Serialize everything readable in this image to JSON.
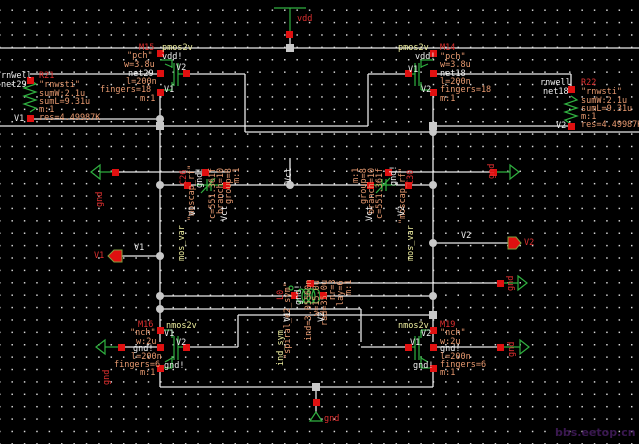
{
  "schematic": {
    "supply": {
      "vdd_label": "vdd",
      "gnd_label": "gnd"
    },
    "pmos_left": {
      "inst": "M15",
      "cell": "pmos2v",
      "model": "\"pch\"",
      "w": "w=3.8u",
      "l": "l=200n",
      "fingers": "fingers=18",
      "m": "m:1",
      "gate_net": "net29",
      "source_net": "vdd!",
      "drain_net": "V1",
      "bulk_net": "V2"
    },
    "pmos_right": {
      "inst": "M14",
      "cell": "pmos2v",
      "model": "\"pch\"",
      "w": "w=3.8u",
      "l": "l=200n",
      "fingers": "fingers=18",
      "m": "m:1",
      "gate_net": "net18",
      "source_net": "vdd!",
      "drain_net": "V2",
      "bulk_net": "V1"
    },
    "res_left": {
      "inst": "R21",
      "model": "\"rnwsti\"",
      "sumw": "sumW:2.1u",
      "suml": "sumL=9.31u",
      "m": "m:1",
      "res": "res=4.49987K",
      "term1": "rnwell",
      "term2": "net29",
      "term3": "V1"
    },
    "res_right": {
      "inst": "R22",
      "model": "\"rnwsti\"",
      "sumw": "sumW:2.1u",
      "suml": "sumL=9.31u",
      "m": "m:1",
      "res": "res=4.49987K",
      "term1": "rnwell",
      "term2": "net18",
      "term3": "V2"
    },
    "cap_left": {
      "inst": "C26",
      "model": "\"moscap_rf\"",
      "c": "c=551.361f",
      "branch": "branch=10",
      "group": "group=8",
      "m": "m:1",
      "bulk": "gnd!",
      "t1": "V1",
      "t2": "Vct",
      "type": "mos_var"
    },
    "cap_right": {
      "inst": "C30",
      "model": "\"moscap_rf\"",
      "c": "c=551.361f",
      "branch": "branch=10",
      "group": "group=8",
      "m": "m:1",
      "bulk": "gnd!",
      "t1": "Vct",
      "t2": "V2",
      "type": "mos_var"
    },
    "vct_label": "Vct",
    "inductor": {
      "inst": "L0",
      "model": "\"spiral_e2_sym\"",
      "ind": "ind=3.05560n",
      "w": "w=15.0u",
      "rad": "rad=35.0u",
      "nr": "nr=3",
      "lay": "lay=6",
      "m": "m:1",
      "bulk": "gnd!",
      "t1": "V1",
      "t2": "V2",
      "type": "ind_sym"
    },
    "nmos_left": {
      "inst": "M16",
      "cell": "nmos2v",
      "model": "\"nch\"",
      "w": "w:2u",
      "l": "l=200n",
      "fingers": "fingers=6",
      "m": "m:1",
      "bulk": "gnd!",
      "drain": "V1",
      "gate": "V2",
      "source": "gnd!"
    },
    "nmos_right": {
      "inst": "M19",
      "cell": "nmos2v",
      "model": "\"nch\"",
      "w": "w:2u",
      "l": "l=200n",
      "fingers": "fingers=6",
      "m": "m:1",
      "bulk": "gnd!",
      "drain": "V2",
      "gate": "V1",
      "source": "gnd!"
    },
    "pins": {
      "v1_wire": "V1",
      "v1_pin": "V1",
      "v2_wire": "V2",
      "v2_pin": "V2"
    },
    "watermark": "bbs.eetop.cn"
  }
}
